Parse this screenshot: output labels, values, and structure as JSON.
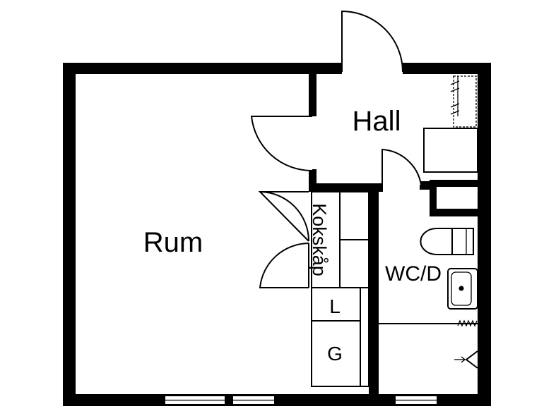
{
  "rooms": {
    "rum": "Rum",
    "hall": "Hall",
    "wc": "WC/D",
    "kokskap": "Kokskåp",
    "l": "L",
    "g": "G"
  },
  "colors": {
    "wall": "#000000",
    "background": "#ffffff"
  },
  "icons": [
    "toilet-icon",
    "sink-icon",
    "radiator-icon",
    "shower-outlet-icon",
    "wardrobe-icon"
  ]
}
